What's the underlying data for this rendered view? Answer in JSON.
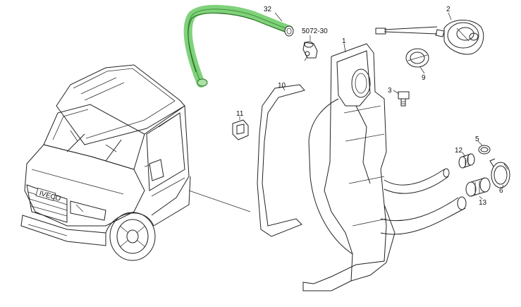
{
  "diagram": {
    "part_labels": {
      "p32": "32",
      "p5072": "5072-30",
      "p1": "1",
      "p2": "2",
      "p9": "9",
      "p3": "3",
      "p10": "10",
      "p11": "11",
      "p12": "12",
      "p5": "5",
      "p6": "6",
      "p13": "13"
    },
    "badge_text": "IVECO",
    "colors": {
      "highlight": "#7fd27a",
      "highlight_stroke": "#3f8f3a",
      "line": "#222222"
    }
  }
}
